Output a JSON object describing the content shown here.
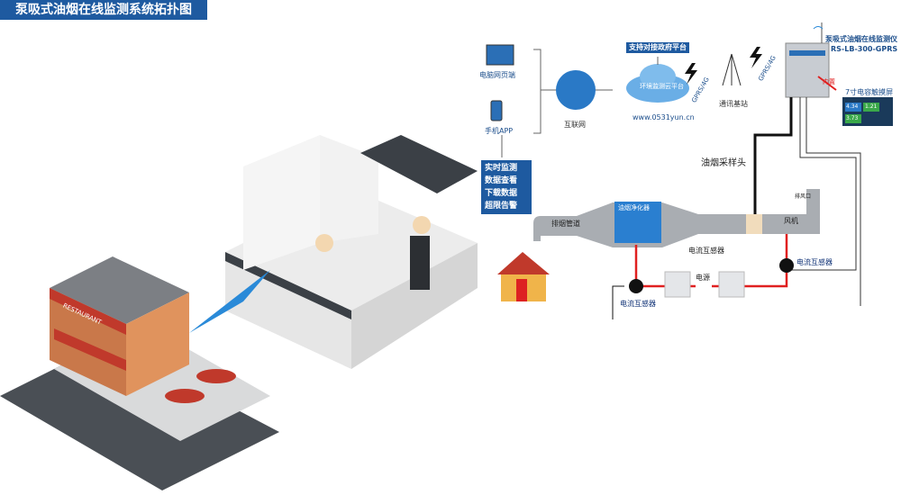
{
  "title": "泵吸式油烟在线监测系统拓扑图",
  "clients": {
    "pc": "电脑网页端",
    "mobile": "手机APP"
  },
  "features": [
    "实时监测",
    "数据查看",
    "下载数据",
    "超限告警"
  ],
  "internet": "互联网",
  "cloud": {
    "tag": "支持对接政府平台",
    "name": "环境监测云平台",
    "url": "www.0531yun.cn"
  },
  "link": [
    "GPRS/4G",
    "GPRS/4G"
  ],
  "base_station": "通讯基站",
  "device": {
    "name": "泵吸式油烟在线监测仪",
    "model": "RS-LB-300-GPRS",
    "builtin": "内置",
    "screen": "7寸电容触摸屏",
    "readings": [
      "4.34",
      "1.21",
      "3.73"
    ]
  },
  "duct": {
    "pipe": "排烟管道",
    "purifier": "油烟净化器",
    "probe": "油烟采样头",
    "outlet": "排风口",
    "fan": "风机"
  },
  "sensors": [
    "电流互感器",
    "电流互感器",
    "电流互感器"
  ],
  "power": "电源",
  "restaurant_sign": "RESTAURANT",
  "colors": {
    "accent": "#1e5aa0",
    "wire": "#e02020"
  }
}
